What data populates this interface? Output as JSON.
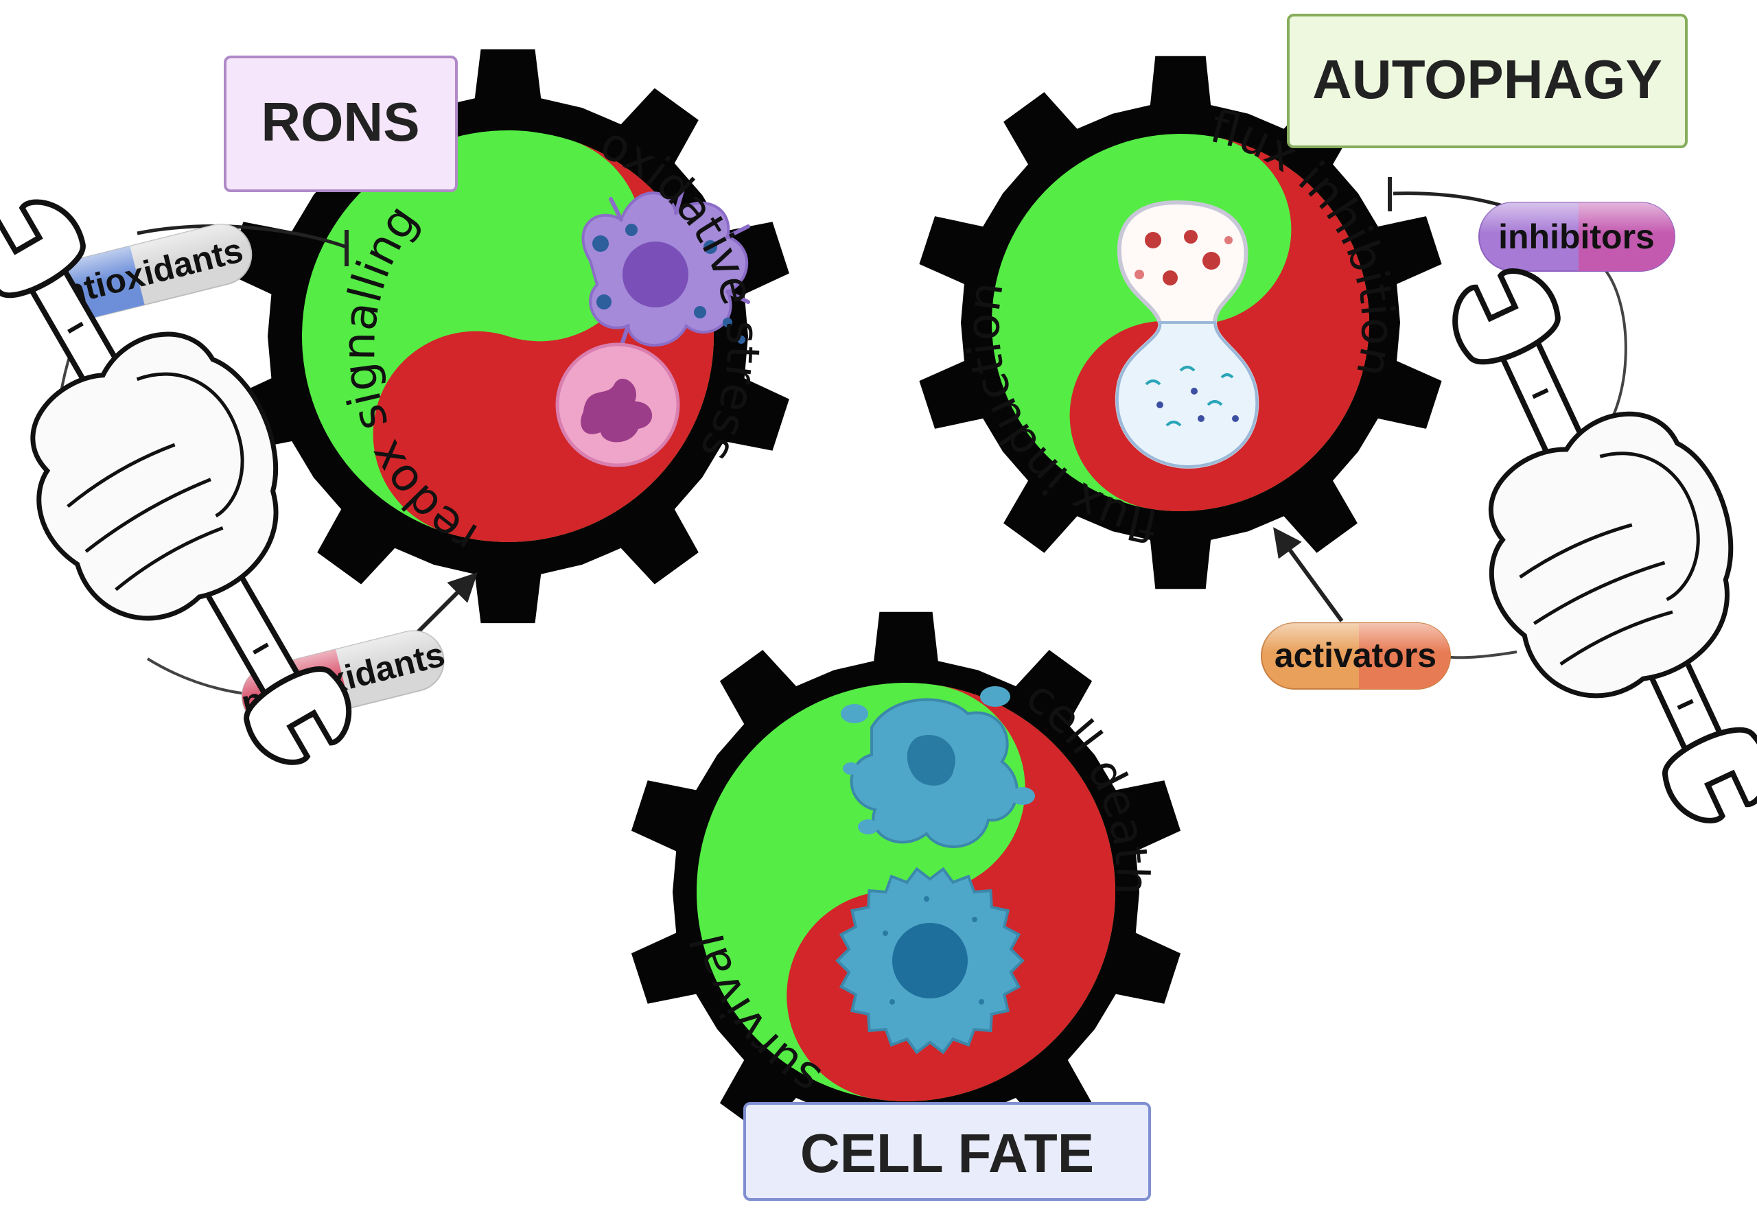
{
  "colors": {
    "gear": "#050505",
    "stress_red": "#d2262a",
    "signal_green": "#55ec45",
    "rons_box_fill": "#f6e6fb",
    "rons_box_border": "#b08ac8",
    "autophagy_box_fill": "#eef8df",
    "autophagy_box_border": "#86ad5c",
    "cellfate_box_fill": "#e8ecfb",
    "cellfate_box_border": "#7f8fd0",
    "antioxidant_pill": "#6d8fd9",
    "prooxidant_pill": "#d9566f",
    "inhibitor_pill_left": "#a77ad6",
    "inhibitor_pill_right": "#c45ab0",
    "activator_pill_left": "#e8a05a",
    "activator_pill_right": "#e77b54"
  },
  "boxes": {
    "rons": "RONS",
    "autophagy": "AUTOPHAGY",
    "cell_fate": "CELL FATE"
  },
  "gears": {
    "rons": {
      "red_label": "oxidative stress",
      "green_label": "redox signalling"
    },
    "autophagy": {
      "red_label": "flux inhibition",
      "green_label": "flux induction"
    },
    "cell_fate": {
      "red_label": "cell death",
      "green_label": "survival"
    }
  },
  "pills": {
    "antioxidants": "antioxidants",
    "pro_oxidants": "pro-oxidants",
    "inhibitors": "inhibitors",
    "activators": "activators"
  },
  "icons": {
    "left_hand": "fist-with-wrench-icon",
    "right_hand": "fist-with-wrench-icon",
    "inhibit_arrow": "inhibition-bar-arrow-icon",
    "activate_arrow": "activation-arrow-icon"
  }
}
